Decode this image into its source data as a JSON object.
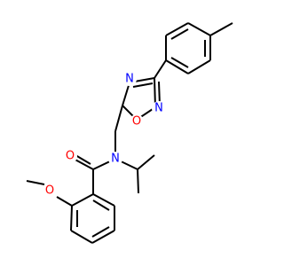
{
  "molecule": {
    "atom_labels": {
      "o_methoxy": "O",
      "o_carbonyl": "O",
      "n_amide": "N",
      "n_ring_4": "N",
      "n_ring_2": "N",
      "o_ring_1": "O"
    },
    "colors": {
      "bond": "#000000",
      "oxygen": "#ff0000",
      "nitrogen": "#0000ff"
    }
  }
}
